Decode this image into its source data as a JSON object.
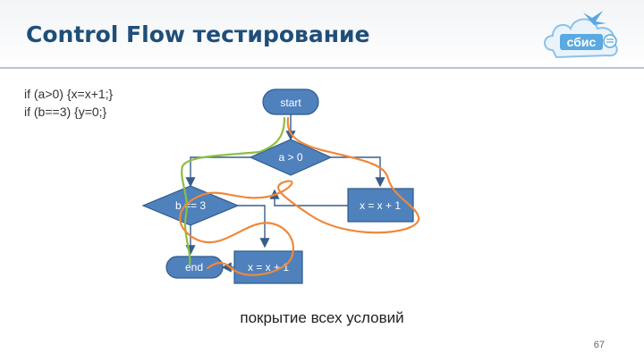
{
  "slide": {
    "title": "Control Flow тестирование",
    "code_lines": [
      "if (a>0) {x=x+1;}",
      "if (b==3) {y=0;}"
    ],
    "caption": "покрытие всех условий",
    "page_number": "67"
  },
  "logo": {
    "text": "сбис",
    "icon": "cloud-bird-logo-icon"
  },
  "flowchart": {
    "nodes": {
      "start": "start",
      "cond_a": "a > 0",
      "inc_1": "x = x + 1",
      "cond_b": "b == 3",
      "inc_2": "x = x + 1",
      "end": "end"
    }
  },
  "colors": {
    "title": "#1f4e79",
    "node_fill": "#4f81bd",
    "node_stroke": "#2f5b8a",
    "edge": "#385d8a",
    "path_green": "#8cbf3f",
    "path_orange": "#f0883a"
  }
}
